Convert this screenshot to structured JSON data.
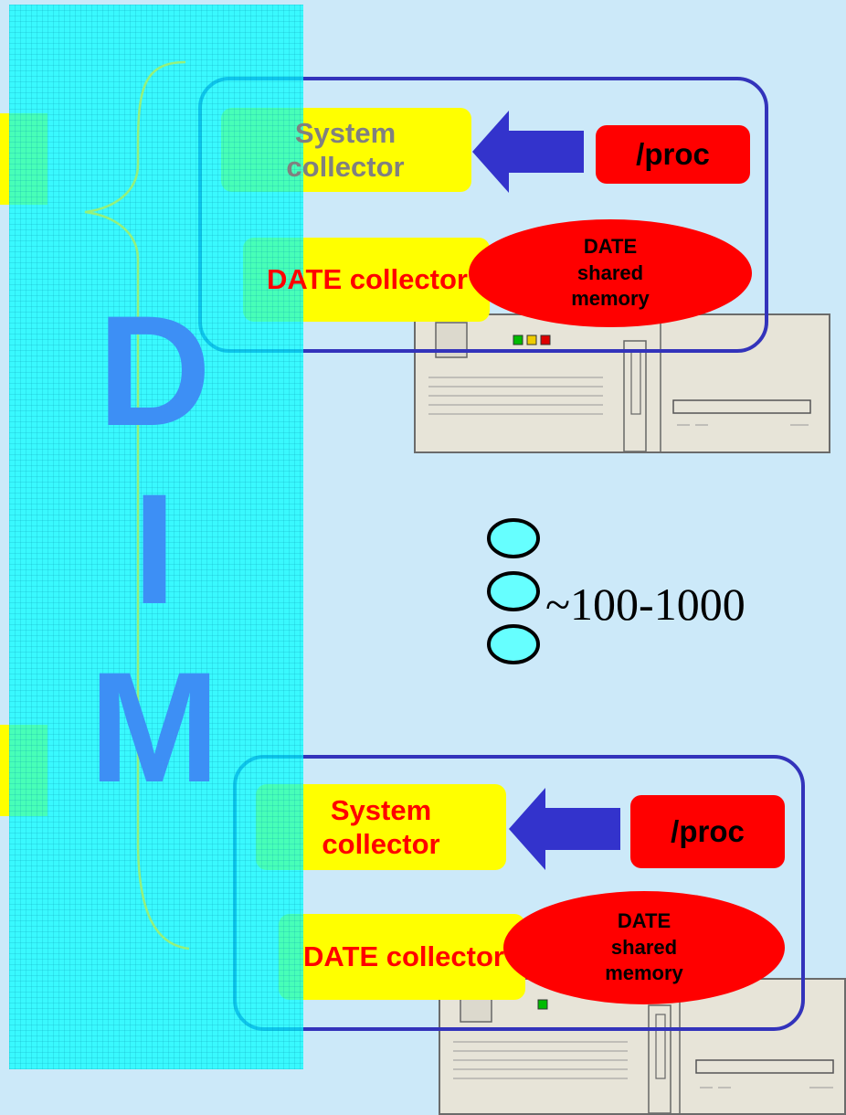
{
  "nodes": [
    {
      "system_collector": "System collector",
      "proc": "/proc",
      "date_collector": "DATE collector",
      "shared_memory": "DATE shared memory"
    },
    {
      "system_collector": "System collector",
      "proc": "/proc",
      "date_collector": "DATE collector",
      "shared_memory": "DATE shared memory"
    }
  ],
  "dim": {
    "letters": [
      "D",
      "I",
      "M"
    ]
  },
  "multiplicity": {
    "label": "~100-1000"
  },
  "colors": {
    "background": "#cce9f9",
    "dim_band": "#00ffff",
    "dim_letters": "#3d8ff5",
    "collector_box": "#ffff00",
    "proc_box": "#ff0000",
    "arrow": "#3333cc",
    "node_border": "#3333bb"
  }
}
